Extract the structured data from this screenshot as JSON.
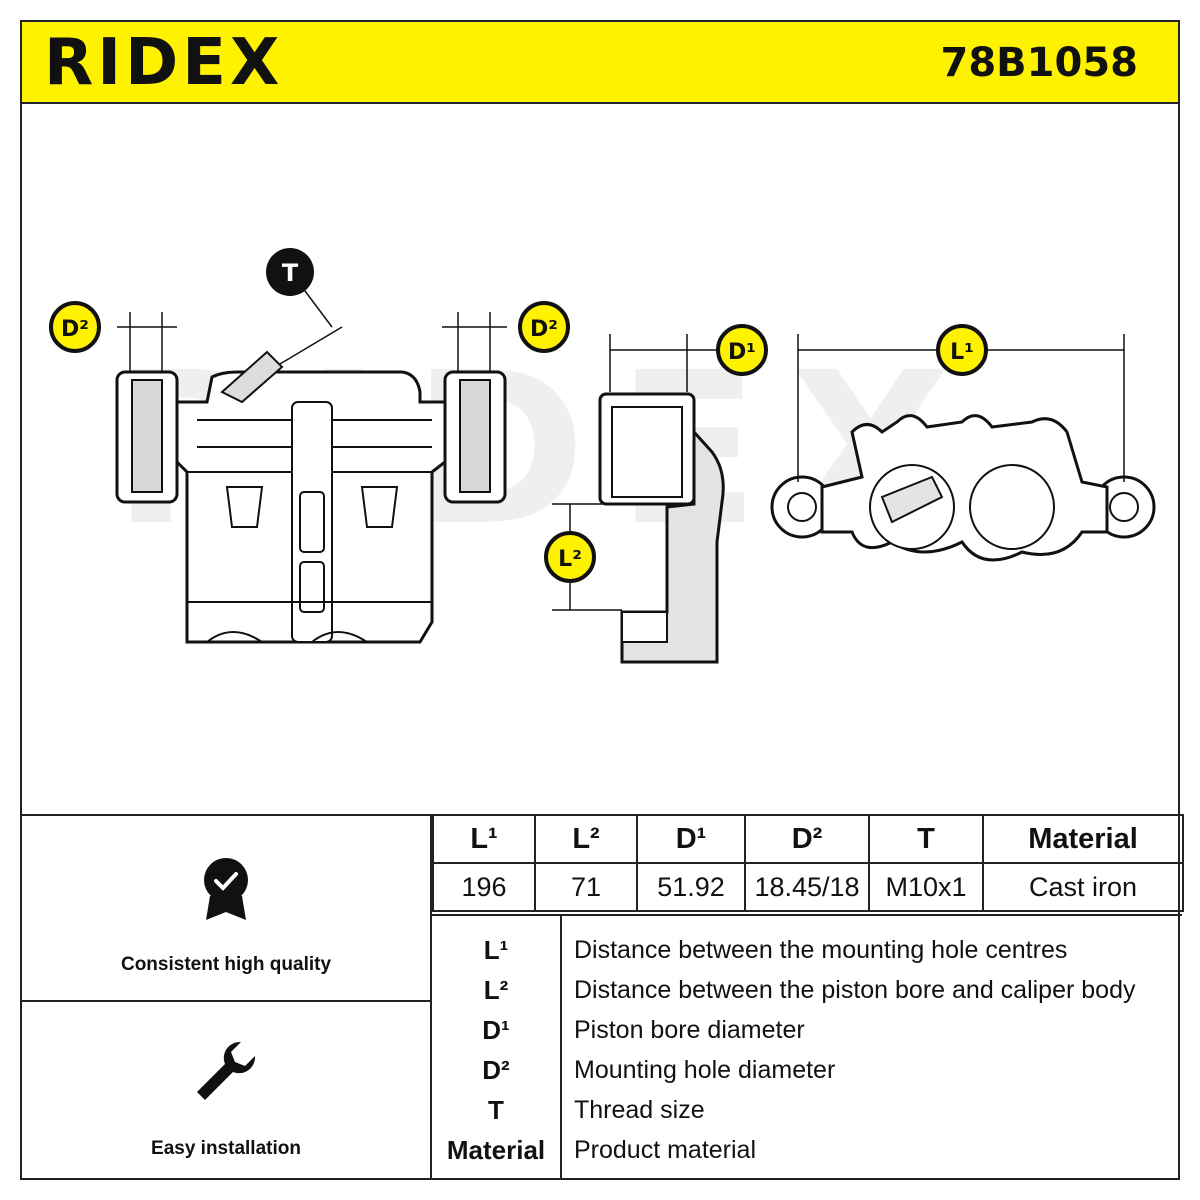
{
  "header": {
    "brand": "RIDEX",
    "part_number": "78B1058",
    "accent_color": "#fff200"
  },
  "drawing": {
    "watermark": "RIDEX",
    "labels": {
      "t": "T",
      "d2_left": "D²",
      "d2_right": "D²",
      "d1": "D¹",
      "l2": "L²",
      "l1": "L¹"
    }
  },
  "features": [
    {
      "icon": "quality-badge-icon",
      "label": "Consistent high quality"
    },
    {
      "icon": "wrench-icon",
      "label": "Easy installation"
    }
  ],
  "spec_table": {
    "headers": [
      "L¹",
      "L²",
      "D¹",
      "D²",
      "T",
      "Material"
    ],
    "values": [
      "196",
      "71",
      "51.92",
      "18.45/18",
      "M10x1",
      "Cast iron"
    ]
  },
  "legend": [
    {
      "key": "L¹",
      "text": "Distance between the mounting hole centres"
    },
    {
      "key": "L²",
      "text": "Distance between the piston bore and caliper body"
    },
    {
      "key": "D¹",
      "text": "Piston bore diameter"
    },
    {
      "key": "D²",
      "text": "Mounting hole diameter"
    },
    {
      "key": "T",
      "text": "Thread size"
    },
    {
      "key": "Material",
      "text": "Product material"
    }
  ]
}
